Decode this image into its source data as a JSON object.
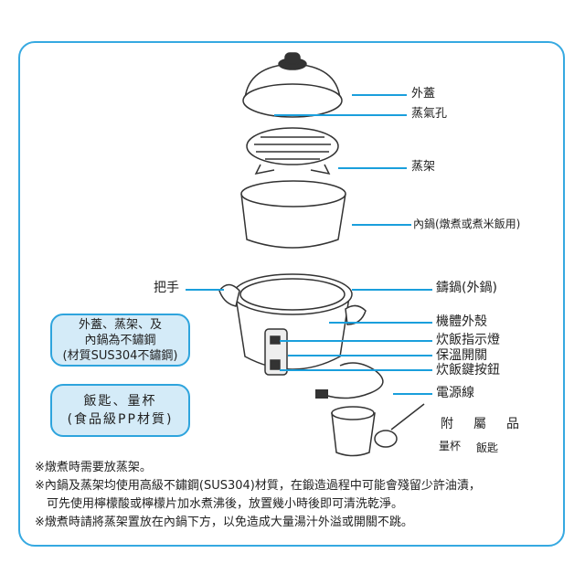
{
  "parts": {
    "lid": "外蓋",
    "vent": "蒸氣孔",
    "rack": "蒸架",
    "inner_pot": "內鍋(燉煮或煮米飯用)",
    "handle": "把手",
    "outer_pot": "鑄鍋(外鍋)",
    "body": "機體外殼",
    "cook_light": "炊飯指示燈",
    "warm_switch": "保溫開關",
    "cook_button": "炊飯鍵按鈕",
    "power_cord": "電源線"
  },
  "accessories": {
    "title": "附　屬　品",
    "cup": "量杯",
    "spoon": "飯匙"
  },
  "material_box1": [
    "外蓋、蒸架、及",
    "內鍋為不鏽鋼",
    "(材質SUS304不鏽鋼)"
  ],
  "material_box2": [
    "飯匙、量杯",
    "(食品級PP材質)"
  ],
  "notes": [
    "※燉煮時需要放蒸架。",
    "※內鍋及蒸架均使用高級不鏽鋼(SUS304)材質，在鍛造過程中可能會殘留少許油漬，",
    "　可先使用檸檬酸或檸檬片加水煮沸後，放置幾小時後即可清洗乾淨。",
    "※燉煮時請將蒸架置放在內鍋下方，以免造成大量湯汁外溢或開關不跳。"
  ],
  "colors": {
    "accent": "#1a9fdc",
    "box_fill": "#d4ebf8"
  }
}
